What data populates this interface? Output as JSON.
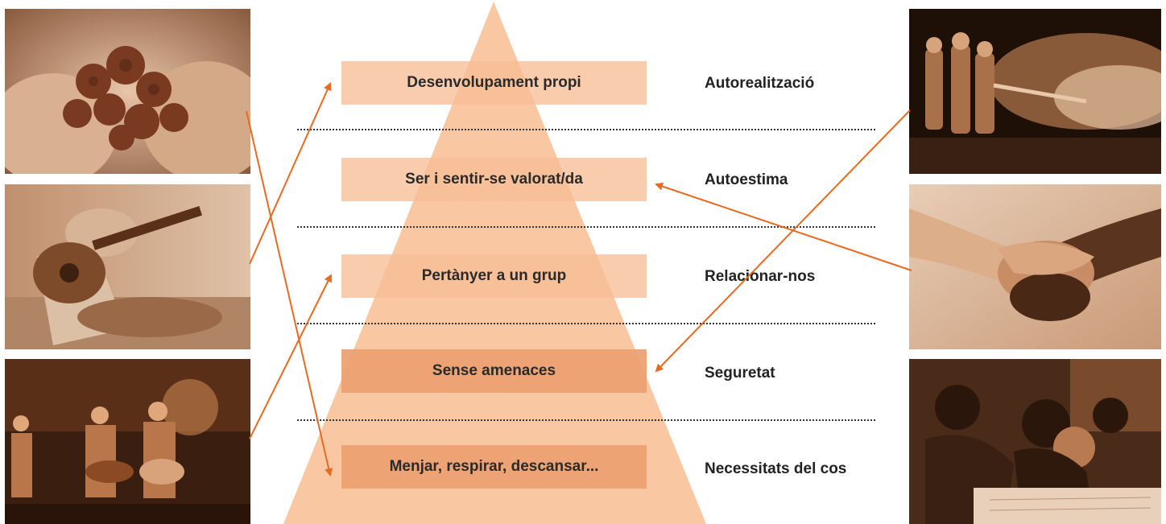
{
  "pyramid": {
    "colors": {
      "pyramid": "#f9c7a2",
      "arrow": "#e96a1f",
      "box": "#f6b68a",
      "box_dark": "#eca070"
    },
    "levels": [
      {
        "box_text": "Desenvolupament propi",
        "need": "Autorealització"
      },
      {
        "box_text": "Ser i sentir-se valorat/da",
        "need": "Autoestima"
      },
      {
        "box_text": "Pertànyer a un grup",
        "need": "Relacionar-nos"
      },
      {
        "box_text": "Sense amenaces",
        "need": "Seguretat"
      },
      {
        "box_text": "Menjar, respirar, descansar...",
        "need": "Necessitats del cos"
      }
    ]
  },
  "photos": {
    "left": [
      "strawberries-in-hands-photo",
      "woman-playing-guitar-photo",
      "band-on-stage-photo"
    ],
    "right": [
      "firefighters-photo",
      "holding-hands-photo",
      "children-studying-photo"
    ]
  }
}
